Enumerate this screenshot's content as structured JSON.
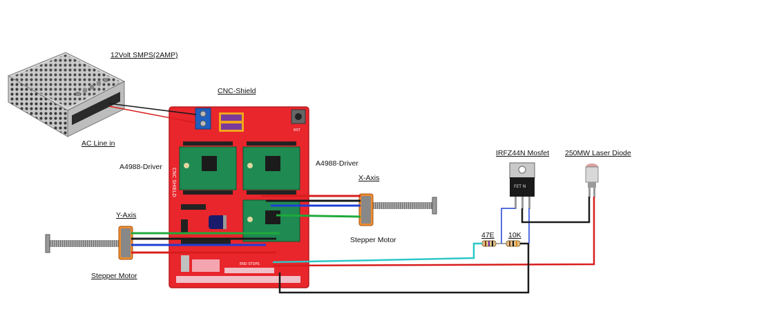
{
  "labels": {
    "smps": "12Volt SMPS(2AMP)",
    "ac_line": "AC Line in",
    "cnc_shield": "CNC-Shield",
    "driver_left": "A4988-Driver",
    "driver_right": "A4988-Driver",
    "x_axis": "X-Axis",
    "y_axis": "Y-Axis",
    "stepper_x": "Stepper Motor",
    "stepper_y": "Stepper Motor",
    "mosfet": "IRFZ44N Mosfet",
    "laser": "250MW Laser Diode",
    "r47": "47E",
    "r10k": "10K"
  },
  "board_text": {
    "cnc_shield_vertical": "CNC SHIELD",
    "end_stops": "END STOPS",
    "rst": "RST",
    "fet": "FET N"
  },
  "colors": {
    "board": "#e8262c",
    "board_dark": "#b81a1f",
    "driver": "#1f8a52",
    "wire_red": "#d81c1c",
    "wire_black": "#1a1a1a",
    "wire_green": "#1faa3a",
    "wire_blue": "#1d3fd6",
    "wire_cyan": "#2cc7c7",
    "rod": "#9a9a9a"
  }
}
